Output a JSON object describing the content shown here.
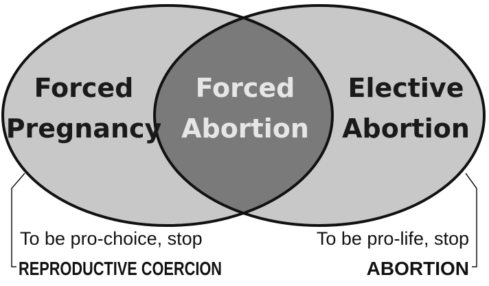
{
  "diagram": {
    "sets": {
      "left": {
        "line1": "Forced",
        "line2": "Pregnancy"
      },
      "overlap": {
        "line1": "Forced",
        "line2": "Abortion"
      },
      "right": {
        "line1": "Elective",
        "line2": "Abortion"
      }
    },
    "captions": {
      "left": {
        "prefix": "To be pro-choice, stop",
        "emphasis": "REPRODUCTIVE COERCION"
      },
      "right": {
        "prefix": "To be pro-life, stop",
        "emphasis": "ABORTION"
      }
    }
  },
  "colors": {
    "circle_fill": "#c8c8c8",
    "overlap_fill": "#7a7a7a",
    "outline": "#111111",
    "label_dark": "#1a1a1a",
    "label_light": "#e6e6e6"
  }
}
